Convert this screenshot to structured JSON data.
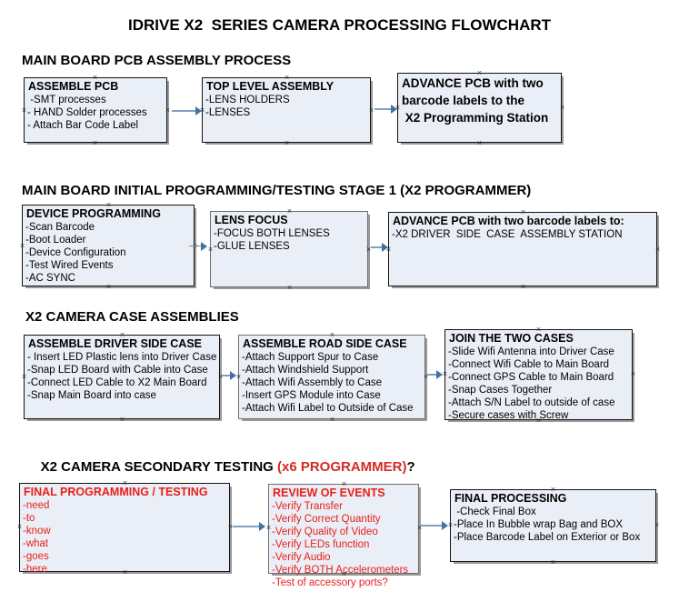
{
  "page": {
    "title": "IDRIVE X2  SERIES CAMERA PROCESSING FLOWCHART",
    "colors": {
      "box_fill": "#eaeef6",
      "box_border": "#121212",
      "arrow": "#4471a4",
      "accent_red": "#d42b24",
      "text": "#000000"
    }
  },
  "sections": [
    {
      "heading": "MAIN BOARD PCB ASSEMBLY PROCESS",
      "heading_accent": "",
      "heading_tail": "",
      "boxes": [
        {
          "header": "ASSEMBLE PCB",
          "lines": [
            " -SMT processes",
            "- HAND Solder processes",
            "- Attach Bar Code Label"
          ]
        },
        {
          "header": "TOP LEVEL ASSEMBLY",
          "lines": [
            "-LENS HOLDERS",
            "-LENSES"
          ]
        },
        {
          "header": "ADVANCE PCB with two",
          "lines": [
            "barcode labels to the",
            " X2 Programming Station"
          ]
        }
      ]
    },
    {
      "heading": "MAIN BOARD INITIAL PROGRAMMING/TESTING STAGE 1 (X2 PROGRAMMER)",
      "heading_accent": "",
      "heading_tail": "",
      "boxes": [
        {
          "header": "DEVICE PROGRAMMING",
          "lines": [
            "-Scan Barcode",
            "-Boot Loader",
            "-Device Configuration",
            "-Test Wired Events",
            "-AC SYNC"
          ]
        },
        {
          "header": "LENS FOCUS",
          "lines": [
            "-FOCUS BOTH LENSES",
            "-GLUE LENSES"
          ]
        },
        {
          "header": "ADVANCE PCB with two barcode labels to:",
          "lines": [
            "-X2 DRIVER  SIDE  CASE  ASSEMBLY STATION"
          ]
        }
      ]
    },
    {
      "heading": "X2 CAMERA CASE ASSEMBLIES",
      "heading_accent": "",
      "heading_tail": "",
      "boxes": [
        {
          "header": "ASSEMBLE DRIVER SIDE CASE",
          "lines": [
            "- Insert LED Plastic lens into Driver Case",
            "-Snap LED Board with Cable into Case",
            "-Connect LED Cable to X2 Main Board",
            "-Snap Main Board into case"
          ]
        },
        {
          "header": "ASSEMBLE ROAD SIDE CASE",
          "lines": [
            "-Attach Support Spur to Case",
            "-Attach Windshield Support",
            "-Attach Wifi Assembly to Case",
            "-Insert GPS Module into Case",
            "-Attach Wifi Label to Outside of Case"
          ]
        },
        {
          "header": "JOIN THE TWO CASES",
          "lines": [
            "-Slide Wifi Antenna into Driver Case",
            "-Connect Wifi Cable to Main Board",
            "-Connect GPS Cable to Main Board",
            "-Snap Cases Together",
            "-Attach S/N Label to outside of case",
            "-Secure cases with Screw"
          ]
        }
      ]
    },
    {
      "heading": "X2 CAMERA SECONDARY TESTING ",
      "heading_accent": "(x6 PROGRAMMER)",
      "heading_tail": "?",
      "boxes": [
        {
          "header": "FINAL PROGRAMMING / TESTING",
          "lines": [
            "-need",
            "-to",
            "-know",
            "-what",
            "-goes",
            "-here"
          ]
        },
        {
          "header": "REVIEW OF EVENTS",
          "lines": [
            "-Verify Transfer",
            "-Verify Correct Quantity",
            "-Verify Quality of Video",
            "-Verify LEDs function",
            "-Verify Audio",
            "-Verify BOTH Accelerometers",
            "-Test of accessory ports?"
          ]
        },
        {
          "header": "FINAL PROCESSING",
          "lines": [
            " -Check Final Box",
            "-Place In Bubble wrap Bag and BOX",
            "-Place Barcode Label on Exterior or Box"
          ]
        }
      ]
    }
  ]
}
